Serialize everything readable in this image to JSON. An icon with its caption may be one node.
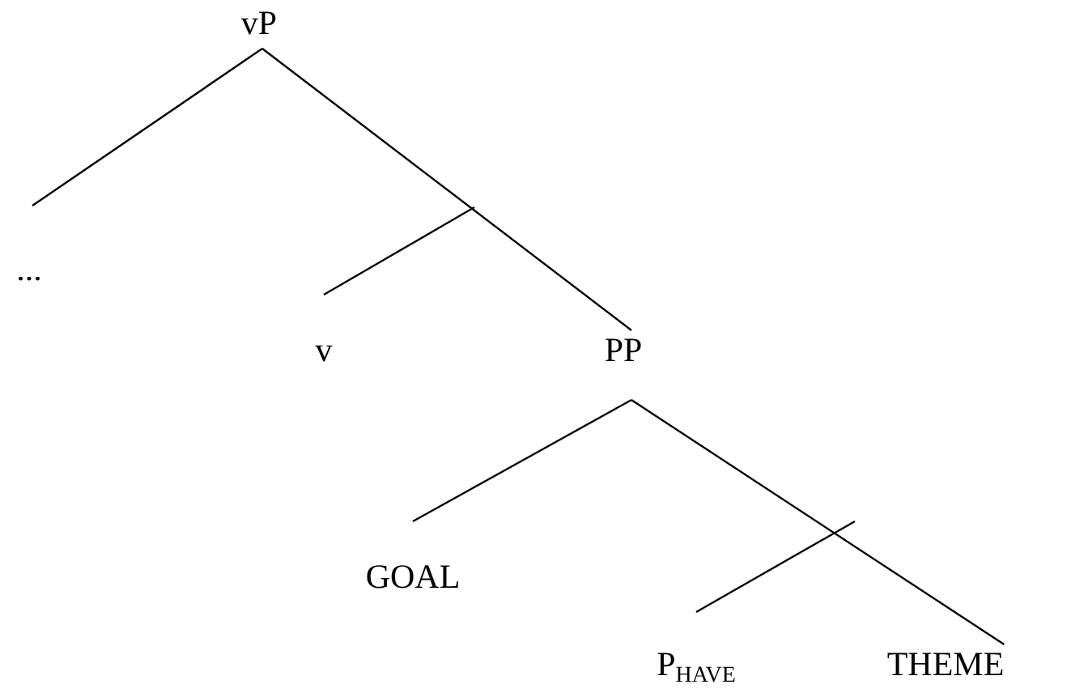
{
  "diagram": {
    "nodes": [
      {
        "text": [
          "vP"
        ]
      },
      {
        "text": [
          "..."
        ]
      },
      {
        "text": [
          "v"
        ]
      },
      {
        "text": [
          "PP"
        ]
      },
      {
        "text": [
          "GOAL"
        ]
      },
      {
        "text": [
          "P$_{HAVE}$"
        ]
      },
      {
        "text": [
          "THEME"
        ]
      }
    ],
    "edges": [
      {
        "from": 0,
        "to": 1,
        "arrow": "none"
      },
      {
        "from": 0,
        "to": 3,
        "arrow": "none"
      },
      {
        "from": null,
        "to": 2,
        "arrow": "none"
      },
      {
        "from": 3,
        "to": 4,
        "arrow": "none"
      },
      {
        "from": 3,
        "to": 6,
        "arrow": "none"
      },
      {
        "from": null,
        "to": 5,
        "arrow": "none"
      }
    ]
  }
}
